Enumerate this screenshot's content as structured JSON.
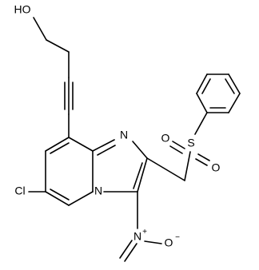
{
  "molecule": {
    "atoms": {
      "hydroxyl": "HO",
      "imidazole_nitrogen": "N",
      "bridgehead_nitrogen": "N",
      "chlorine": "Cl",
      "sulfur": "S",
      "sulfonyl_oxygen_1": "O",
      "sulfonyl_oxygen_2": "O",
      "nitro_nitrogen": "N",
      "nitro_oxygen": "O",
      "nitro_n_charge": "+",
      "nitro_o_charge": "−"
    },
    "colors": {
      "ink": "#000000",
      "background": "#ffffff"
    }
  }
}
